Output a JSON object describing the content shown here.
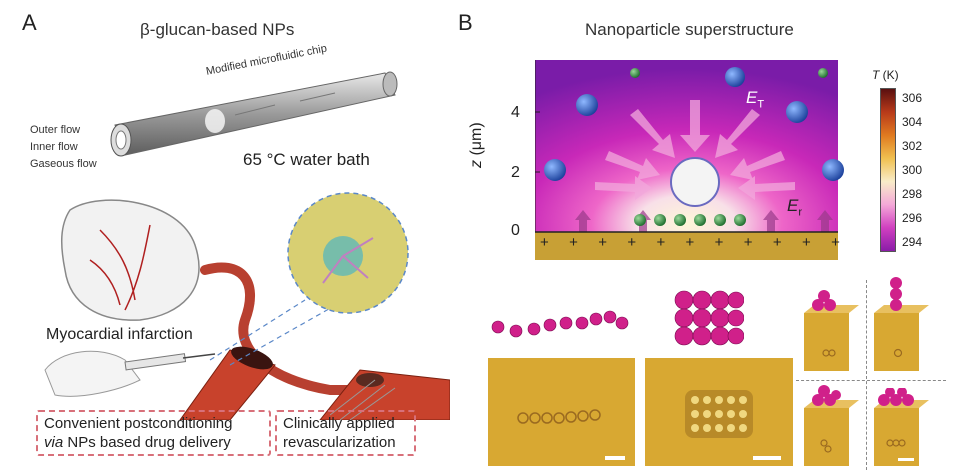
{
  "panel_a": {
    "letter": "A",
    "title": "β-glucan-based NPs",
    "chip_label": "Modified microfluidic chip",
    "flows": [
      "Outer flow",
      "Inner flow",
      "Gaseous flow"
    ],
    "bath_label": "65 °C water bath",
    "mi_label": "Myocardial infarction",
    "box1_line1": "Convenient postconditioning",
    "box1_via": "via",
    "box1_line2": " NPs based drug delivery",
    "box2_line1": "Clinically applied",
    "box2_line2": "revascularization"
  },
  "panel_b": {
    "letter": "B",
    "title": "Nanoparticle superstructure",
    "y_axis_label_var": "z",
    "y_axis_label_unit": " (μm)",
    "y_ticks": [
      "4",
      "2",
      "0"
    ],
    "et_label": "E",
    "et_sub": "T",
    "er_label": "E",
    "er_sub": "r",
    "colorbar_title_var": "T",
    "colorbar_title_unit": " (K)",
    "colorbar_ticks": [
      "306",
      "304",
      "302",
      "300",
      "298",
      "296",
      "294"
    ],
    "plus_sign": "+"
  },
  "colors": {
    "dash_border": "#d8707a",
    "sphere_pink": "#d0208a",
    "substrate_gold": "#c8a035",
    "tile_gold": "#d8a832"
  }
}
